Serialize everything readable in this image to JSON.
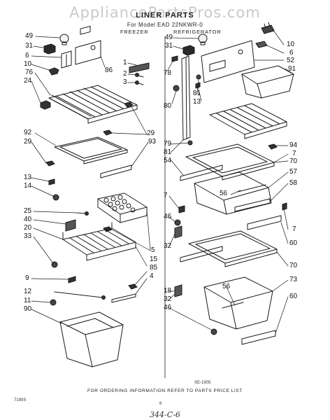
{
  "watermark": "AppliancePartsPros.com",
  "header": {
    "title": "LINER PARTS",
    "model_line": "For Model EAD 22NKWR-0",
    "freezer_label": "FREEZER",
    "refrigerator_label": "REFRIGERATOR"
  },
  "footer": {
    "ordering_note": "FOR ORDERING INFORMATION REFER TO PARTS PRICE LIST",
    "drawing_code": "SE-1905",
    "corner_code": "7190S",
    "page_mark": "6",
    "handwritten_note": "344-C-6"
  },
  "callouts": [
    {
      "id": "49",
      "side": "freezer"
    },
    {
      "id": "31",
      "side": "freezer"
    },
    {
      "id": "6",
      "side": "freezer"
    },
    {
      "id": "10",
      "side": "freezer"
    },
    {
      "id": "76",
      "side": "freezer"
    },
    {
      "id": "24",
      "side": "freezer"
    },
    {
      "id": "86",
      "side": "freezer"
    },
    {
      "id": "1",
      "side": "freezer"
    },
    {
      "id": "2",
      "side": "freezer"
    },
    {
      "id": "3",
      "side": "freezer"
    },
    {
      "id": "29",
      "side": "freezer"
    },
    {
      "id": "92",
      "side": "freezer"
    },
    {
      "id": "29",
      "side": "freezer"
    },
    {
      "id": "93",
      "side": "freezer"
    },
    {
      "id": "13",
      "side": "freezer"
    },
    {
      "id": "14",
      "side": "freezer"
    },
    {
      "id": "25",
      "side": "freezer"
    },
    {
      "id": "40",
      "side": "freezer"
    },
    {
      "id": "20",
      "side": "freezer"
    },
    {
      "id": "33",
      "side": "freezer"
    },
    {
      "id": "5",
      "side": "freezer"
    },
    {
      "id": "15",
      "side": "freezer"
    },
    {
      "id": "85",
      "side": "freezer"
    },
    {
      "id": "4",
      "side": "freezer"
    },
    {
      "id": "9",
      "side": "freezer"
    },
    {
      "id": "12",
      "side": "freezer"
    },
    {
      "id": "11",
      "side": "freezer"
    },
    {
      "id": "90",
      "side": "freezer"
    },
    {
      "id": "49",
      "side": "refrigerator"
    },
    {
      "id": "31",
      "side": "refrigerator"
    },
    {
      "id": "78",
      "side": "refrigerator"
    },
    {
      "id": "81",
      "side": "refrigerator"
    },
    {
      "id": "13",
      "side": "refrigerator"
    },
    {
      "id": "80",
      "side": "refrigerator"
    },
    {
      "id": "10",
      "side": "refrigerator"
    },
    {
      "id": "6",
      "side": "refrigerator"
    },
    {
      "id": "52",
      "side": "refrigerator"
    },
    {
      "id": "91",
      "side": "refrigerator"
    },
    {
      "id": "94",
      "side": "refrigerator"
    },
    {
      "id": "7",
      "side": "refrigerator"
    },
    {
      "id": "79",
      "side": "refrigerator"
    },
    {
      "id": "81",
      "side": "refrigerator"
    },
    {
      "id": "54",
      "side": "refrigerator"
    },
    {
      "id": "70",
      "side": "refrigerator"
    },
    {
      "id": "57",
      "side": "refrigerator"
    },
    {
      "id": "58",
      "side": "refrigerator"
    },
    {
      "id": "56",
      "side": "refrigerator"
    },
    {
      "id": "7",
      "side": "refrigerator"
    },
    {
      "id": "46",
      "side": "refrigerator"
    },
    {
      "id": "7",
      "side": "refrigerator"
    },
    {
      "id": "32",
      "side": "refrigerator"
    },
    {
      "id": "60",
      "side": "refrigerator"
    },
    {
      "id": "70",
      "side": "refrigerator"
    },
    {
      "id": "18",
      "side": "refrigerator"
    },
    {
      "id": "32",
      "side": "refrigerator"
    },
    {
      "id": "56",
      "side": "refrigerator"
    },
    {
      "id": "73",
      "side": "refrigerator"
    },
    {
      "id": "46",
      "side": "refrigerator"
    },
    {
      "id": "60",
      "side": "refrigerator"
    }
  ]
}
